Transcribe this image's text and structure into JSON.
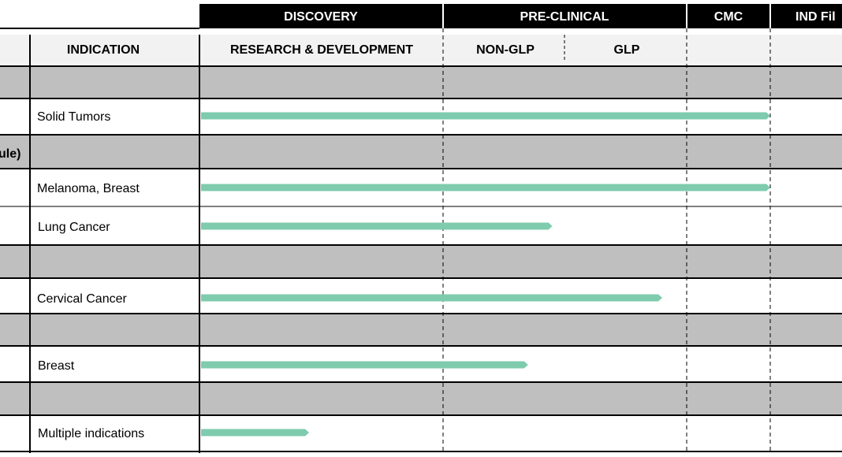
{
  "colors": {
    "header_bg": "#000000",
    "header_text": "#ffffff",
    "subheader_bg": "#f2f2f2",
    "band_bg": "#bfbfbf",
    "bar": "#7ecbae",
    "grid": "#000000"
  },
  "header": {
    "phases": [
      "DISCOVERY",
      "PRE-CLINICAL",
      "CMC",
      "IND Fil"
    ]
  },
  "subheader": {
    "indication": "INDICATION",
    "stages": [
      "RESEARCH & DEVELOPMENT",
      "NON-GLP",
      "GLP"
    ]
  },
  "bands": [
    {
      "text": ""
    },
    {
      "text": "ule)"
    },
    {
      "text": ""
    },
    {
      "text": ""
    },
    {
      "text": ""
    }
  ],
  "chart_data": {
    "type": "bar",
    "orientation": "horizontal",
    "stage_axis": [
      "RESEARCH & DEVELOPMENT",
      "NON-GLP",
      "GLP",
      "CMC",
      "IND Fil"
    ],
    "stage_groups": [
      {
        "name": "DISCOVERY",
        "stages": [
          "RESEARCH & DEVELOPMENT"
        ]
      },
      {
        "name": "PRE-CLINICAL",
        "stages": [
          "NON-GLP",
          "GLP"
        ]
      },
      {
        "name": "CMC",
        "stages": [
          "CMC"
        ]
      },
      {
        "name": "IND Fil",
        "stages": [
          "IND Fil"
        ]
      }
    ],
    "xlim": [
      0,
      5
    ],
    "categories": [
      "Solid Tumors",
      "Melanoma, Breast",
      "Lung Cancer",
      "Cervical Cancer",
      "Breast",
      "Multiple indications"
    ],
    "values": [
      4.0,
      4.0,
      1.9,
      2.8,
      1.7,
      0.45
    ]
  }
}
